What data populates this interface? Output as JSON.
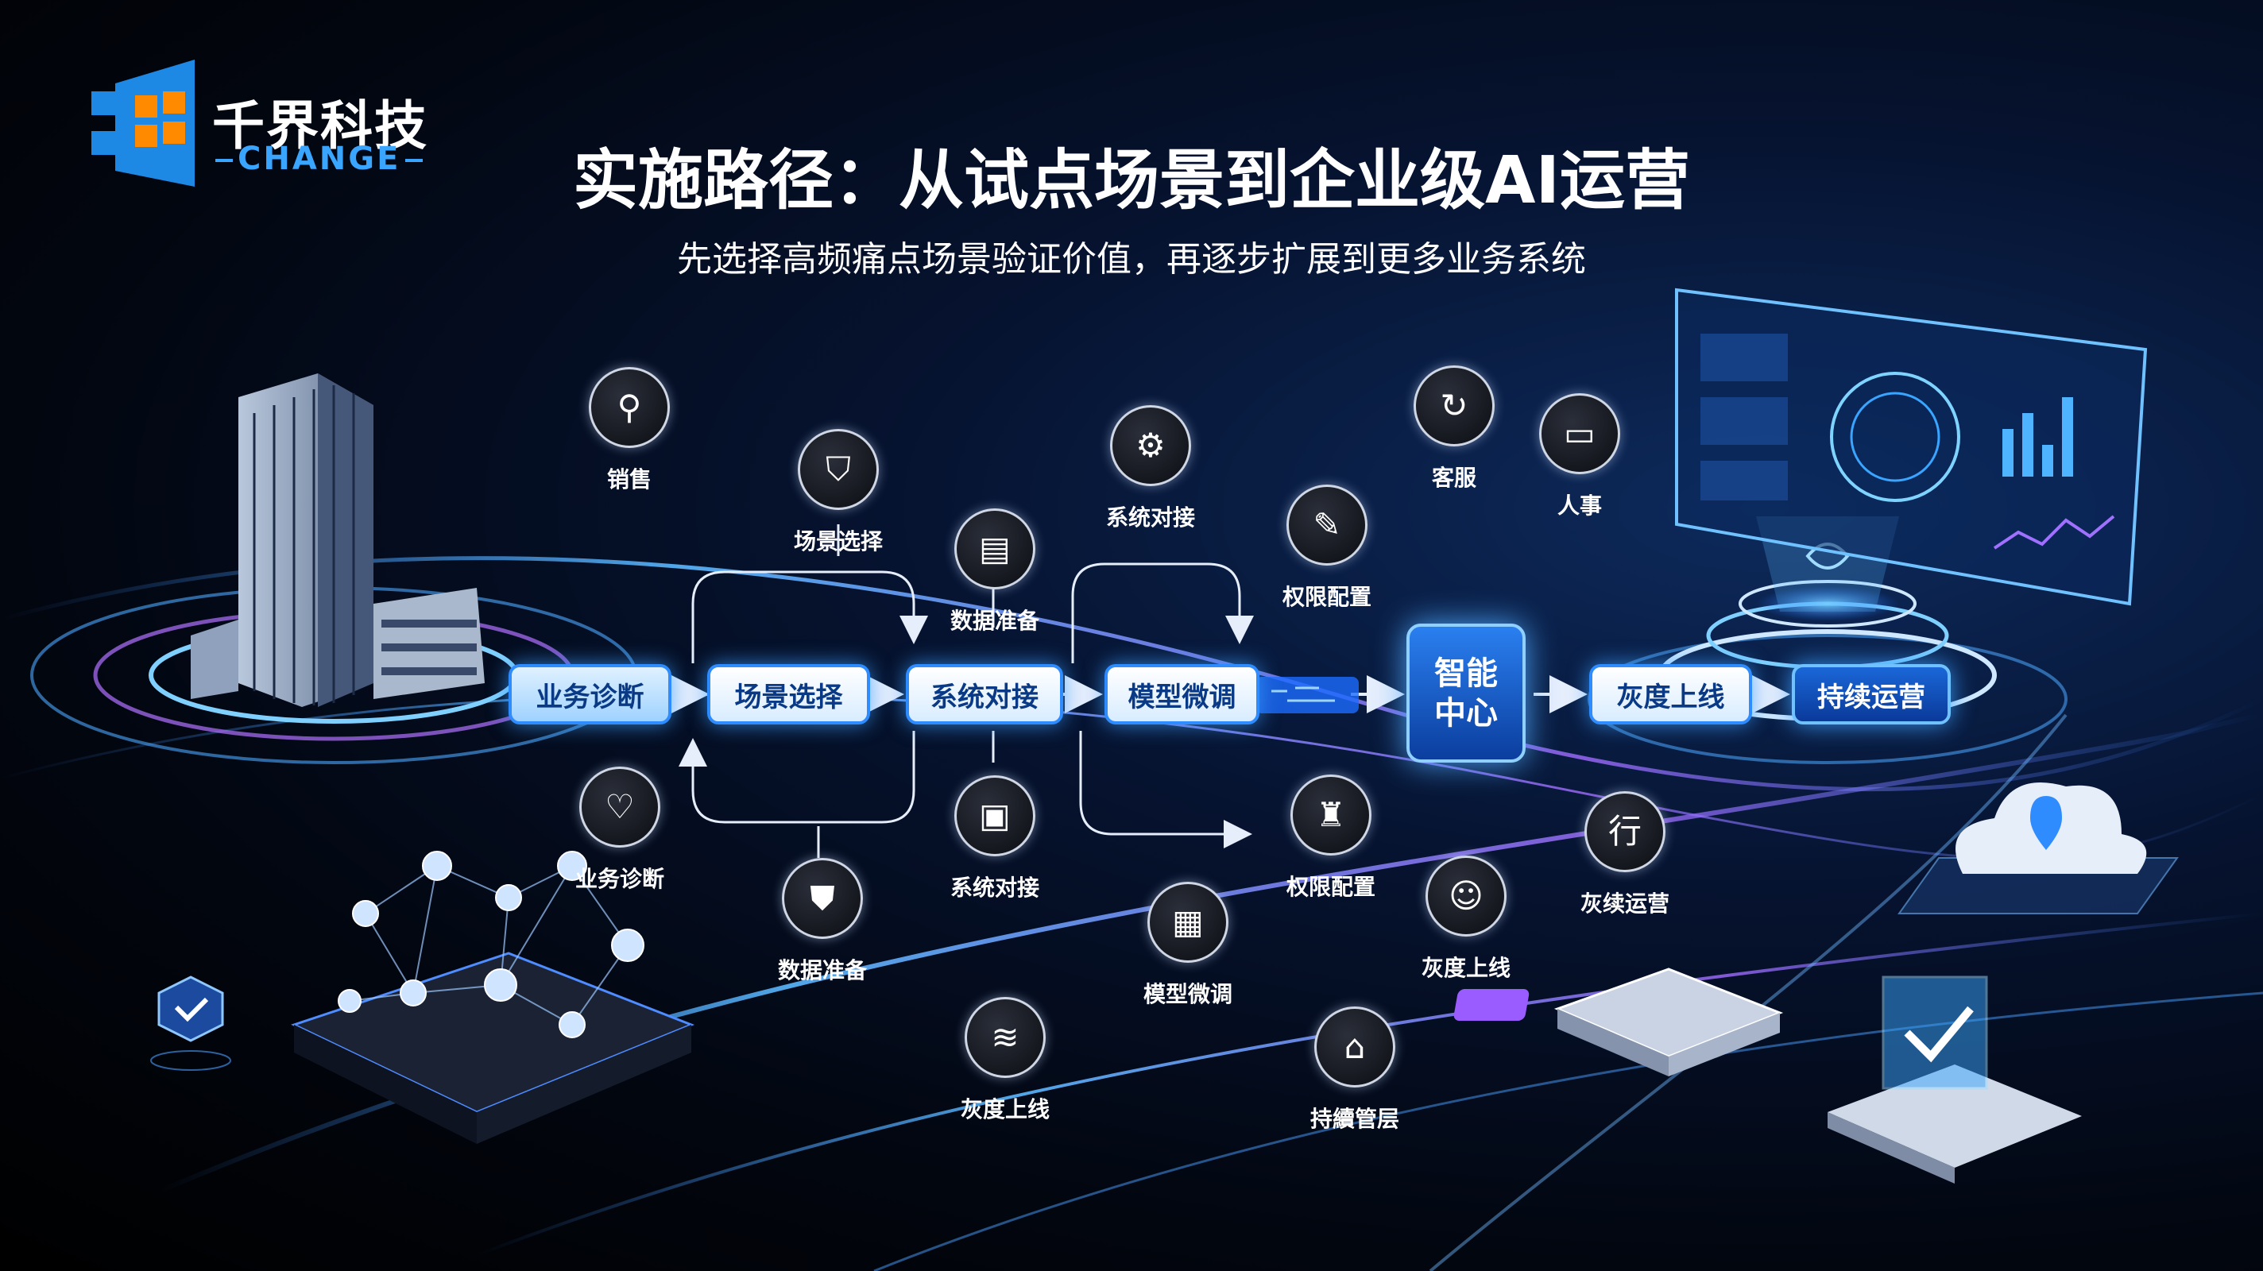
{
  "brand": {
    "name_cn": "千界科技",
    "name_en": "CHANGE"
  },
  "title": "实施路径：从试点场景到企业级AI运营",
  "subtitle": "先选择高频痛点场景验证价值，再逐步扩展到更多业务系统",
  "stages": [
    {
      "label": "业务诊断"
    },
    {
      "label": "场景选择"
    },
    {
      "label": "系统对接"
    },
    {
      "label": "模型微调"
    },
    {
      "label": "灰度上线"
    },
    {
      "label": "持续运营"
    }
  ],
  "hub": {
    "line1": "智能",
    "line2": "中心"
  },
  "nodes": [
    {
      "label": "销售",
      "icon": "location-user-icon"
    },
    {
      "label": "场景选择",
      "icon": "shield-check-icon"
    },
    {
      "label": "数据准备",
      "icon": "chart-board-icon"
    },
    {
      "label": "系统对接",
      "icon": "network-icon"
    },
    {
      "label": "权限配置",
      "icon": "pen-check-icon"
    },
    {
      "label": "客服",
      "icon": "support-cycle-icon"
    },
    {
      "label": "人事",
      "icon": "id-card-icon"
    },
    {
      "label": "业务诊断",
      "icon": "heart-icon"
    },
    {
      "label": "数据准备",
      "icon": "shield-down-icon"
    },
    {
      "label": "系统对接",
      "icon": "briefcase-icon"
    },
    {
      "label": "灰度上线",
      "icon": "layers-icon"
    },
    {
      "label": "模型微调",
      "icon": "document-icon"
    },
    {
      "label": "权限配置",
      "icon": "trophy-icon"
    },
    {
      "label": "持續管层",
      "icon": "building-icon"
    },
    {
      "label": "灰度上线",
      "icon": "user-check-icon"
    },
    {
      "label": "灰续运营",
      "icon": "xing-icon",
      "glyph": "行"
    }
  ],
  "colors": {
    "accent": "#2f8cff",
    "glow": "#6fc2ff",
    "background": "#02060f"
  }
}
